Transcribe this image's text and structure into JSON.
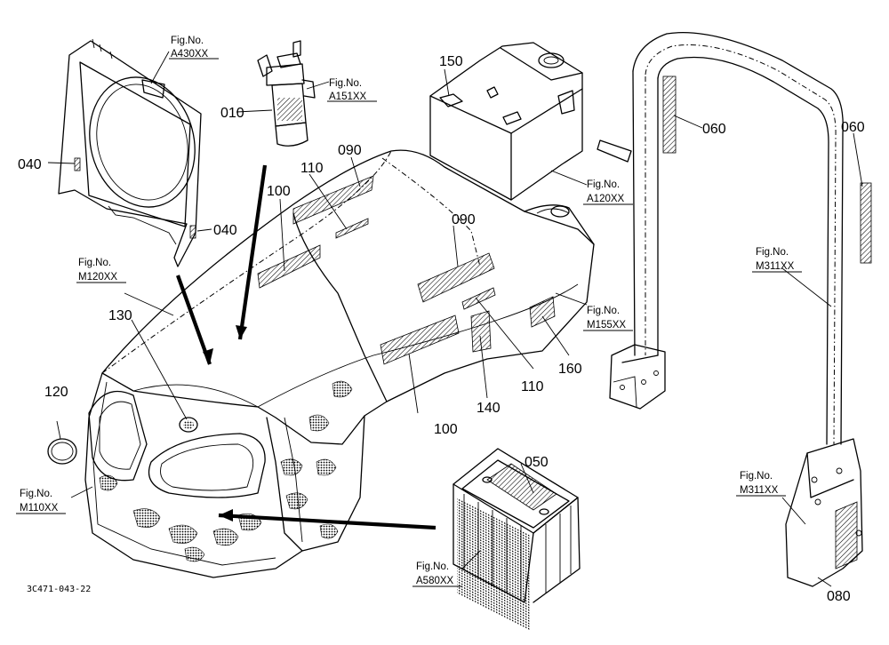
{
  "drawing_code": "3C471-043-22",
  "figure_refs": [
    {
      "id": "a430",
      "label": "Fig.No.",
      "code": "A430XX"
    },
    {
      "id": "a151",
      "label": "Fig.No.",
      "code": "A151XX"
    },
    {
      "id": "a120",
      "label": "Fig.No.",
      "code": "A120XX"
    },
    {
      "id": "m120",
      "label": "Fig.No.",
      "code": "M120XX"
    },
    {
      "id": "m155",
      "label": "Fig.No.",
      "code": "M155XX"
    },
    {
      "id": "m311a",
      "label": "Fig.No.",
      "code": "M311XX"
    },
    {
      "id": "m311b",
      "label": "Fig.No.",
      "code": "M311XX"
    },
    {
      "id": "m110",
      "label": "Fig.No.",
      "code": "M110XX"
    },
    {
      "id": "a580",
      "label": "Fig.No.",
      "code": "A580XX"
    }
  ],
  "part_numbers": [
    {
      "id": "p010",
      "text": "010"
    },
    {
      "id": "p040a",
      "text": "040"
    },
    {
      "id": "p040b",
      "text": "040"
    },
    {
      "id": "p050",
      "text": "050"
    },
    {
      "id": "p060a",
      "text": "060"
    },
    {
      "id": "p060b",
      "text": "060"
    },
    {
      "id": "p080",
      "text": "080"
    },
    {
      "id": "p090a",
      "text": "090"
    },
    {
      "id": "p090b",
      "text": "090"
    },
    {
      "id": "p100a",
      "text": "100"
    },
    {
      "id": "p100b",
      "text": "100"
    },
    {
      "id": "p110a",
      "text": "110"
    },
    {
      "id": "p110b",
      "text": "110"
    },
    {
      "id": "p120",
      "text": "120"
    },
    {
      "id": "p130",
      "text": "130"
    },
    {
      "id": "p140",
      "text": "140"
    },
    {
      "id": "p150",
      "text": "150"
    },
    {
      "id": "p160",
      "text": "160"
    }
  ]
}
